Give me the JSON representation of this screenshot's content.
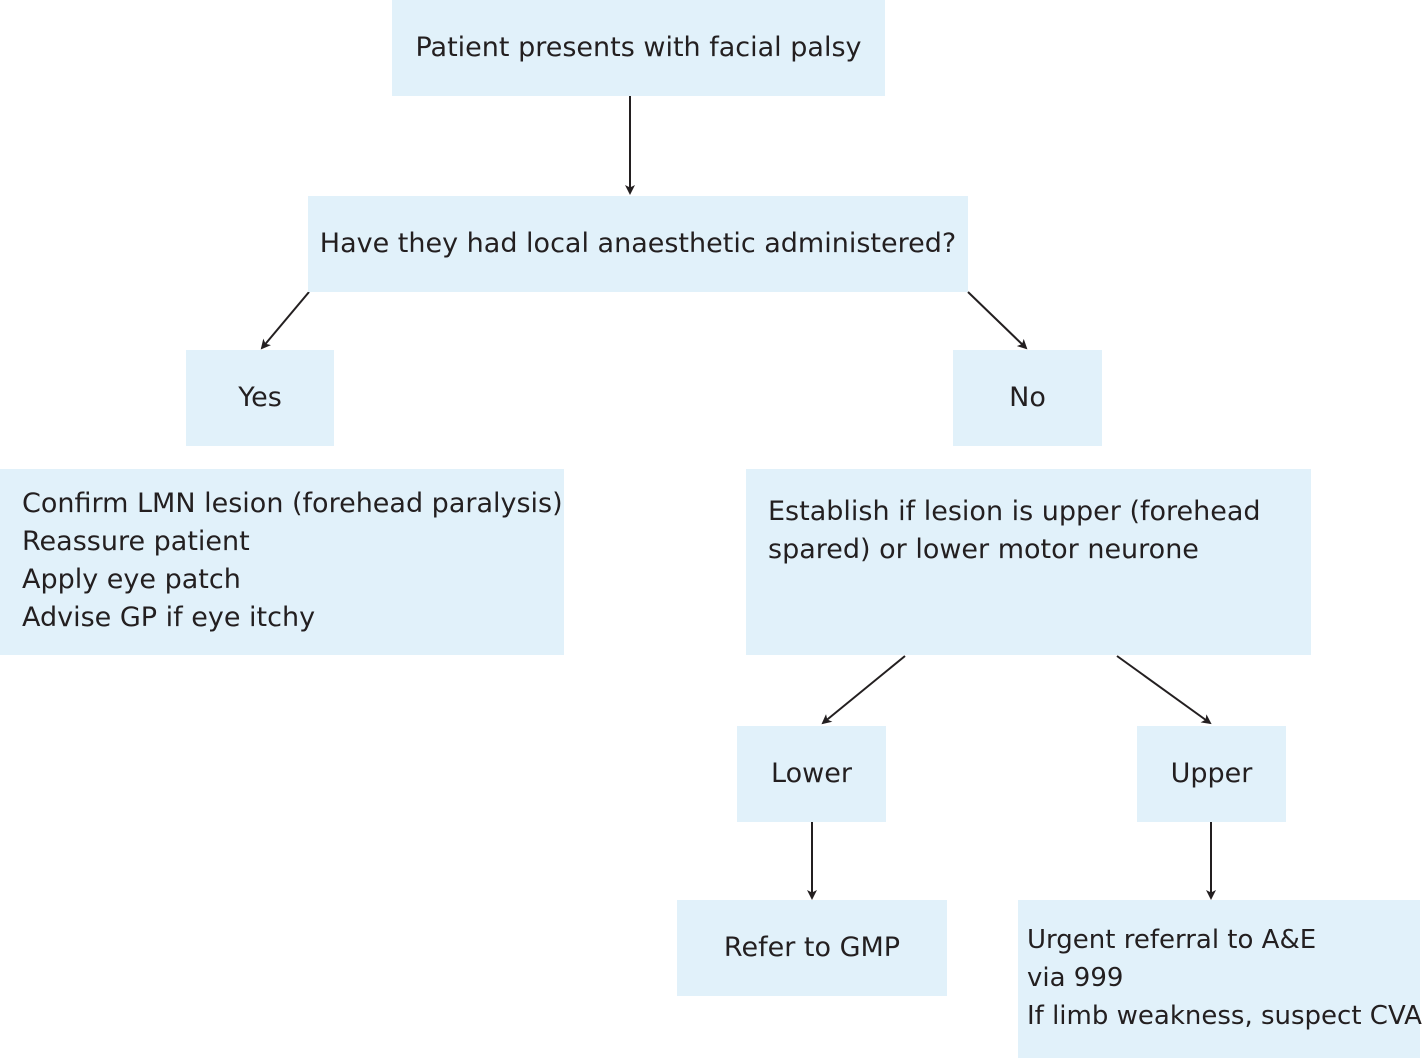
{
  "nodes": {
    "start": "Patient presents with facial palsy",
    "question": "Have they had local anaesthetic administered?",
    "yes": "Yes",
    "no": "No",
    "yes_actions": [
      "Confirm LMN lesion (forehead paralysis)",
      "Reassure patient",
      "Apply eye patch",
      "Advise GP if eye itchy"
    ],
    "establish": [
      "Establish if lesion is upper (forehead",
      "spared) or lower motor neurone"
    ],
    "lower": "Lower",
    "upper": "Upper",
    "refer": "Refer to GMP",
    "urgent": [
      "Urgent referral to A&E",
      "via 999",
      "If limb weakness, suspect CVA"
    ]
  },
  "colors": {
    "box_fill": "#e1f1fa",
    "text": "#231f20",
    "arrow": "#231f20"
  }
}
